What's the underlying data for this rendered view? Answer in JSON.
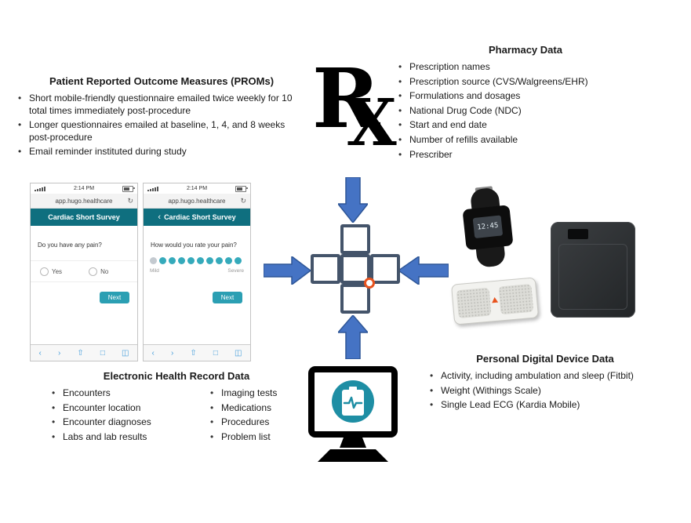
{
  "sections": {
    "proms": {
      "title": "Patient Reported Outcome Measures (PROMs)",
      "bullets": [
        "Short mobile-friendly questionnaire emailed twice weekly for 10 total times immediately post-procedure",
        "Longer questionnaires emailed at baseline, 1, 4, and 8 weeks post-procedure",
        "Email reminder instituted during study"
      ]
    },
    "pharmacy": {
      "title": "Pharmacy Data",
      "bullets": [
        "Prescription names",
        "Prescription source (CVS/Walgreens/EHR)",
        "Formulations and dosages",
        "National Drug Code (NDC)",
        "Start and end date",
        "Number of refills available",
        "Prescriber"
      ]
    },
    "ehr": {
      "title": "Electronic Health Record Data",
      "col1": [
        "Encounters",
        "Encounter location",
        "Encounter diagnoses",
        "Labs and lab results"
      ],
      "col2": [
        "Imaging tests",
        "Medications",
        "Procedures",
        "Problem list"
      ]
    },
    "devices": {
      "title": "Personal Digital Device Data",
      "bullets": [
        "Activity, including ambulation and sleep (Fitbit)",
        "Weight (Withings Scale)",
        "Single Lead ECG (Kardia Mobile)"
      ]
    }
  },
  "rx": {
    "r": "R",
    "x": "X"
  },
  "phones": {
    "status_time": "2:14 PM",
    "url": "app.hugo.healthcare",
    "survey1": {
      "header": "Cardiac Short Survey",
      "question": "Do you have any pain?",
      "option_yes": "Yes",
      "option_no": "No",
      "next": "Next"
    },
    "survey2": {
      "header": "Cardiac Short Survey",
      "question": "How would you rate your pain?",
      "min_label": "Mild",
      "max_label": "Severe",
      "next": "Next"
    }
  },
  "icons": {
    "refresh": "↻",
    "back_chevron": "‹",
    "nav_back": "‹",
    "nav_forward": "›",
    "share": "⇧",
    "bookmark": "□",
    "tabs": "◫"
  },
  "fitbit": {
    "time": "12:45"
  },
  "colors": {
    "arrow_fill": "#4573c4",
    "arrow_stroke": "#2e5697",
    "logo_square": "#44546a",
    "logo_dot": "#e8531e",
    "phone_teal": "#0f6f7f",
    "button_teal": "#2b9fb3",
    "monitor_teal": "#1e8ea4"
  }
}
